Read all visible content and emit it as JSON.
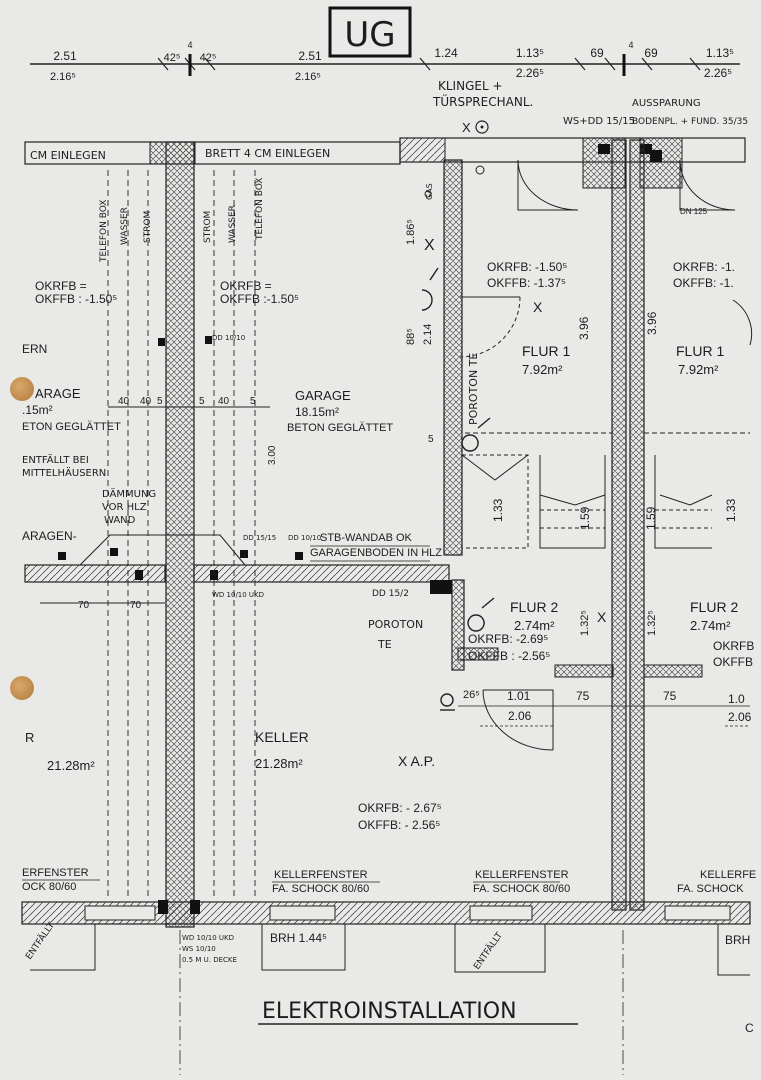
{
  "title_box": "UG",
  "bottom_title": "ELEKTROINSTALLATION",
  "dimensions_top": {
    "d1": "2.51",
    "d1b": "2.16⁵",
    "d2": "42⁵",
    "d2sup": "4",
    "d3": "42⁵",
    "d4": "2.51",
    "d4b": "2.16⁵",
    "d5": "1.24",
    "d6": "1.13⁵",
    "d6b": "2.26⁵",
    "d7": "69",
    "d7sup": "4",
    "d8": "69",
    "d9": "1.13⁵",
    "d9b": "2.26⁵"
  },
  "labels": {
    "klingel": "KLINGEL +",
    "tuersprech": "TÜRSPRECHANL.",
    "wsdd": "WS+DD 15/15",
    "aussparung": "AUSSPARUNG",
    "aussparung2": "BODENPL. + FUND. 35/35",
    "brett_left": "CM EINLEGEN",
    "brett_mid": "BRETT 4 CM EINLEGEN",
    "telefon_l": "TELEFON BOX",
    "wasser_l": "WASSER",
    "strom_l": "STROM",
    "strom_r": "STROM",
    "wasser_r": "WASSER",
    "telefon_r": "TELEFON BOX",
    "okrfb_left": "OKRFB =",
    "okffb_left": "OKFFB : -1.50⁵",
    "okrfb_mid": "OKRFB =",
    "okffb_mid": "OKFFB  :-1.50⁵",
    "ern": "ERN",
    "garage_left": "ARAGE",
    "garage_left_area": ".15m²",
    "beton_left": "ETON GEGLÄTTET",
    "garage_mid": "GARAGE",
    "garage_mid_area": "18.15m²",
    "beton_mid": "BETON GEGLÄTTET",
    "dim_40a": "40",
    "dim_40b": "40",
    "dim_5a": "5",
    "dim_5b": "5",
    "dim_40c": "40",
    "dim_5c": "5",
    "dd1": "DD 10/10",
    "entfall": "ENTFÄLLT BEI",
    "mittelhaus": "MITTELHÄUSERN",
    "daemmung1": "DÄMMUNG",
    "daemmung2": "VOR HLZ",
    "daemmung3": "WAND",
    "garagen_left": "ARAGEN-",
    "dd1515": "DD 15/15",
    "dd1010": "DD 10/10",
    "stb1": "STB-WANDAB OK",
    "stb2": "GARAGENBODEN IN HLZ",
    "wd": "WD 10/10 UKD",
    "dim_70a": "70",
    "dim_70b": "70",
    "dim_300": "3.00",
    "gas": "GAS",
    "dim_186": "1.86⁵",
    "dim_885": "88⁵",
    "dim_214": "2.14",
    "okrfb_flur": "OKRFB: -1.50⁵",
    "okffb_flur": "OKFFB: -1.37⁵",
    "flur1": "FLUR 1",
    "flur1_area": "7.92m²",
    "flur1r": "FLUR 1",
    "flur1r_area": "7.92m²",
    "okrfb_r": "OKRFB: -1.",
    "okffb_r": "OKFFB: -1.",
    "dim_396a": "3.96",
    "dim_396b": "3.96",
    "poroton": "POROTON TE",
    "dim_5d": "5",
    "dn125": "DN 125",
    "dim_133a": "1.33",
    "dim_159a": "1.59",
    "dim_159b": "1.59",
    "dim_133b": "1.33",
    "dd152": "DD 15/2",
    "flur2": "FLUR 2",
    "flur2_area": "2.74m²",
    "okrfb_f2": "OKRFB: -2.69⁵",
    "okffb_f2": "OKFFB : -2.56⁵",
    "flur2r": "FLUR 2",
    "flur2r_area": "2.74m²",
    "okrfb_f2r": "OKRFB",
    "okffb_f2r": "OKFFB",
    "dim_1325a": "1.32⁵",
    "dim_1325b": "1.32⁵",
    "poroton2a": "POROTON",
    "poroton2b": "TE",
    "dim_265": "26⁵",
    "dim_101": "1.01",
    "dim_206": "2.06",
    "dim_75a": "75",
    "dim_75b": "75",
    "dim_101r": "1.0",
    "dim_206r": "2.06",
    "keller_left": "R",
    "keller_left_area": "21.28m²",
    "keller": "KELLER",
    "keller_area": "21.28m²",
    "xap": "X  A.P.",
    "okrfb_k": "OKRFB: - 2.67⁵",
    "okffb_k": "OKFFB: - 2.56⁵",
    "kf1a": "ERFENSTER",
    "kf1b": "OCK 80/60",
    "kf2a": "KELLERFENSTER",
    "kf2b": "FA. SCHOCK 80/60",
    "kf3a": "KELLERFENSTER",
    "kf3b": "FA. SCHOCK 80/60",
    "kf4a": "KELLERFE",
    "kf4b": "FA. SCHOCK",
    "entfaellt1": "ENTFÄLLT",
    "entfaellt2": "ENTFÄLLT",
    "wd_b1": "WD 10/10 UKD",
    "wd_b2": "WS 10/10",
    "wd_b3": "0.5 M U. DECKE",
    "brh1": "BRH 1.44⁵",
    "brh2": "BRH",
    "corner_c": "C"
  }
}
